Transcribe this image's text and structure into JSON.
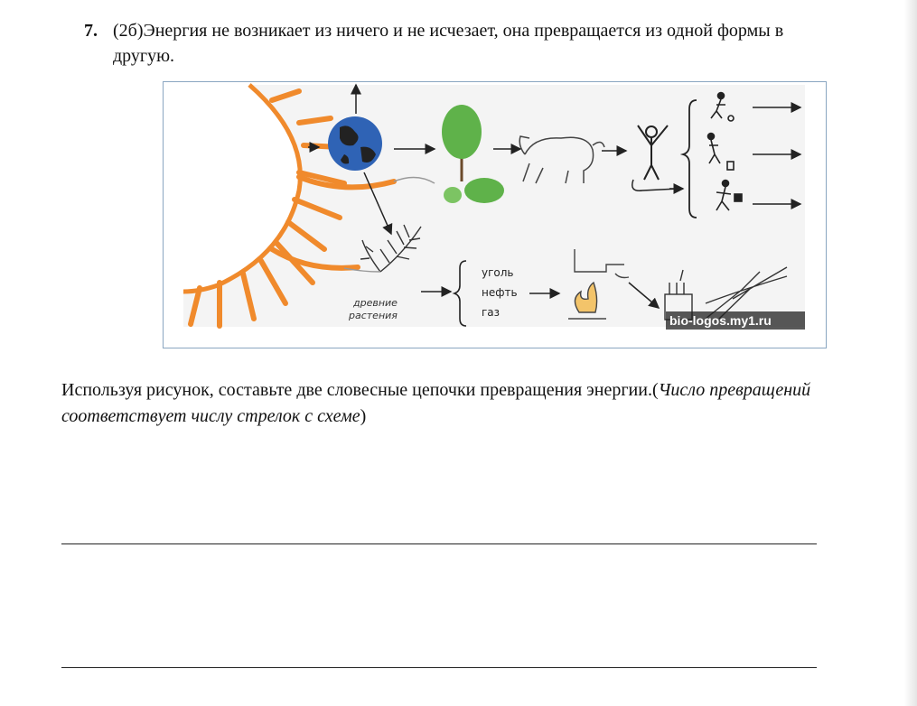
{
  "question": {
    "number": "7.",
    "text_line1": "(2б)Энергия не возникает из ничего и не исчезает, она превращается из одной формы в",
    "text_line2": "другую."
  },
  "figure": {
    "labels": {
      "ancient_plants_line1": "древние",
      "ancient_plants_line2": "растения",
      "coal": "уголь",
      "oil": "нефть",
      "gas": "газ"
    },
    "watermark": "bio-logos.my1.ru",
    "colors": {
      "sun": "#f08a2c",
      "earth_blue": "#2f63b5",
      "plant_green": "#5fb24a",
      "frame_border": "#8aa6c1"
    },
    "icons": [
      "sun-icon",
      "earth-icon",
      "tree-icon",
      "cow-icon",
      "human-icon",
      "fern-icon",
      "fire-icon",
      "factory-icon",
      "arrow-icon"
    ]
  },
  "instruction": {
    "normal": "Используя рисунок, составьте две словесные цепочки превращения энергии.(",
    "italic": "Число превращений соответствует числу стрелок с схеме",
    "close": ")"
  },
  "answer_lines": 2
}
